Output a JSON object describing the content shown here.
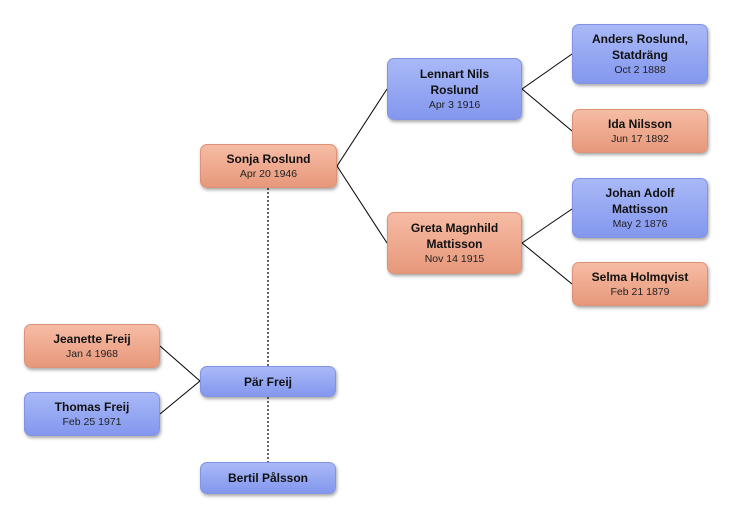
{
  "people": {
    "sonja": {
      "name": "Sonja Roslund",
      "date": "Apr 20 1946"
    },
    "lennart": {
      "name": "Lennart Nils Roslund",
      "date": "Apr 3 1916"
    },
    "greta": {
      "name": "Greta Magnhild Mattisson",
      "date": "Nov 14 1915"
    },
    "anders": {
      "name": "Anders Roslund, Statdräng",
      "date": "Oct 2 1888"
    },
    "ida": {
      "name": "Ida Nilsson",
      "date": "Jun 17 1892"
    },
    "johan": {
      "name": "Johan Adolf Mattisson",
      "date": "May 2 1876"
    },
    "selma": {
      "name": "Selma Holmqvist",
      "date": "Feb 21 1879"
    },
    "jeanette": {
      "name": "Jeanette Freij",
      "date": "Jan 4 1968"
    },
    "thomas": {
      "name": "Thomas Freij",
      "date": "Feb 25 1971"
    },
    "par": {
      "name": "Pär Freij"
    },
    "bertil": {
      "name": "Bertil Pålsson"
    }
  },
  "colors": {
    "male": "#8f9ff0",
    "female": "#eda589",
    "connector": "#000000"
  }
}
